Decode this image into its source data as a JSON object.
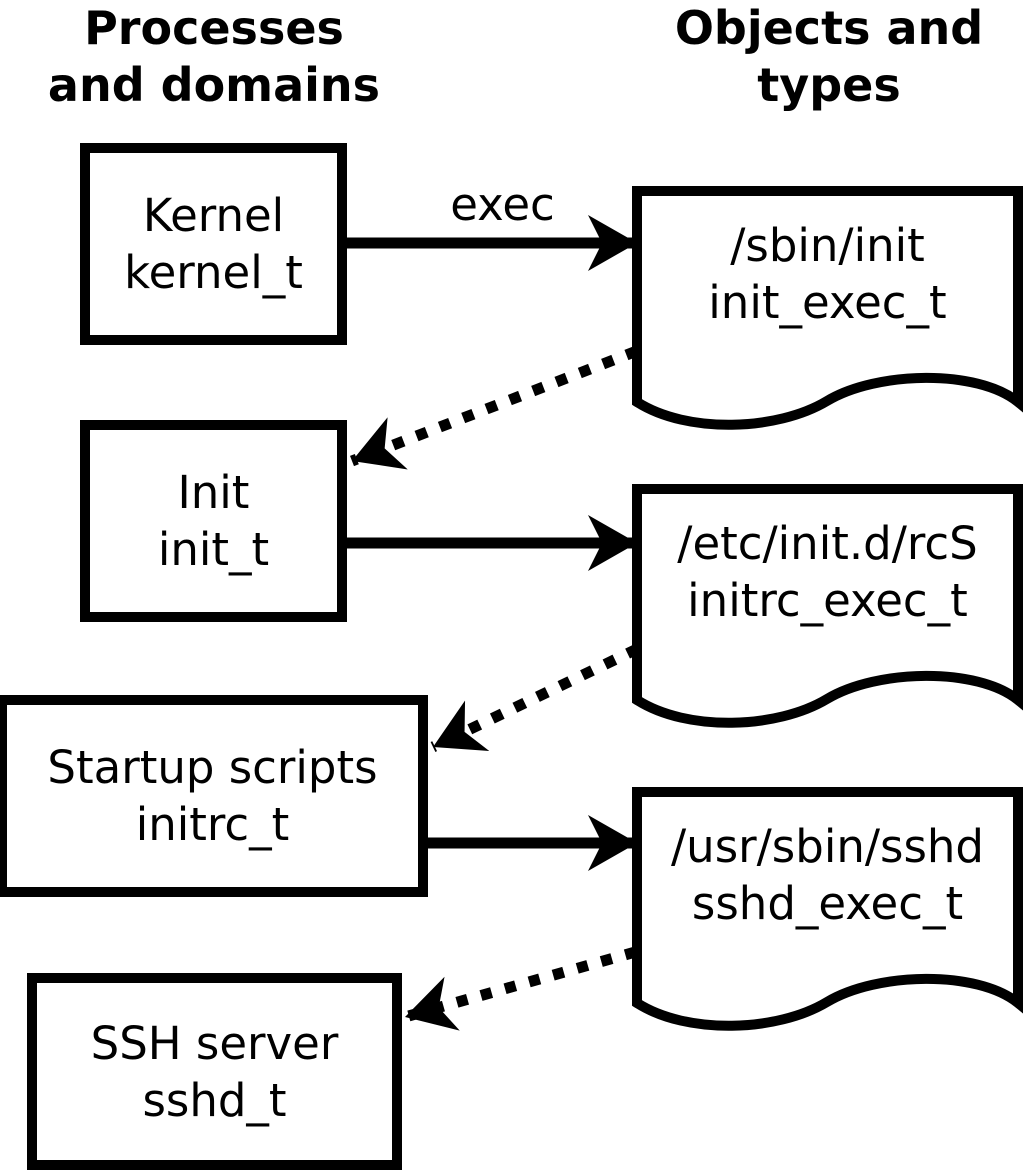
{
  "headers": {
    "left": {
      "line1": "Processes",
      "line2": "and domains"
    },
    "right": {
      "line1": "Objects and",
      "line2": "types"
    }
  },
  "processes": [
    {
      "label": "Kernel",
      "domain": "kernel_t"
    },
    {
      "label": "Init",
      "domain": "init_t"
    },
    {
      "label": "Startup scripts",
      "domain": "initrc_t"
    },
    {
      "label": "SSH server",
      "domain": "sshd_t"
    }
  ],
  "objects": [
    {
      "path": "/sbin/init",
      "type": "init_exec_t"
    },
    {
      "path": "/etc/init.d/rcS",
      "type": "initrc_exec_t"
    },
    {
      "path": "/usr/sbin/sshd",
      "type": "sshd_exec_t"
    }
  ],
  "edge_labels": {
    "exec": "exec"
  },
  "colors": {
    "ink": "#000000",
    "paper": "#ffffff"
  }
}
